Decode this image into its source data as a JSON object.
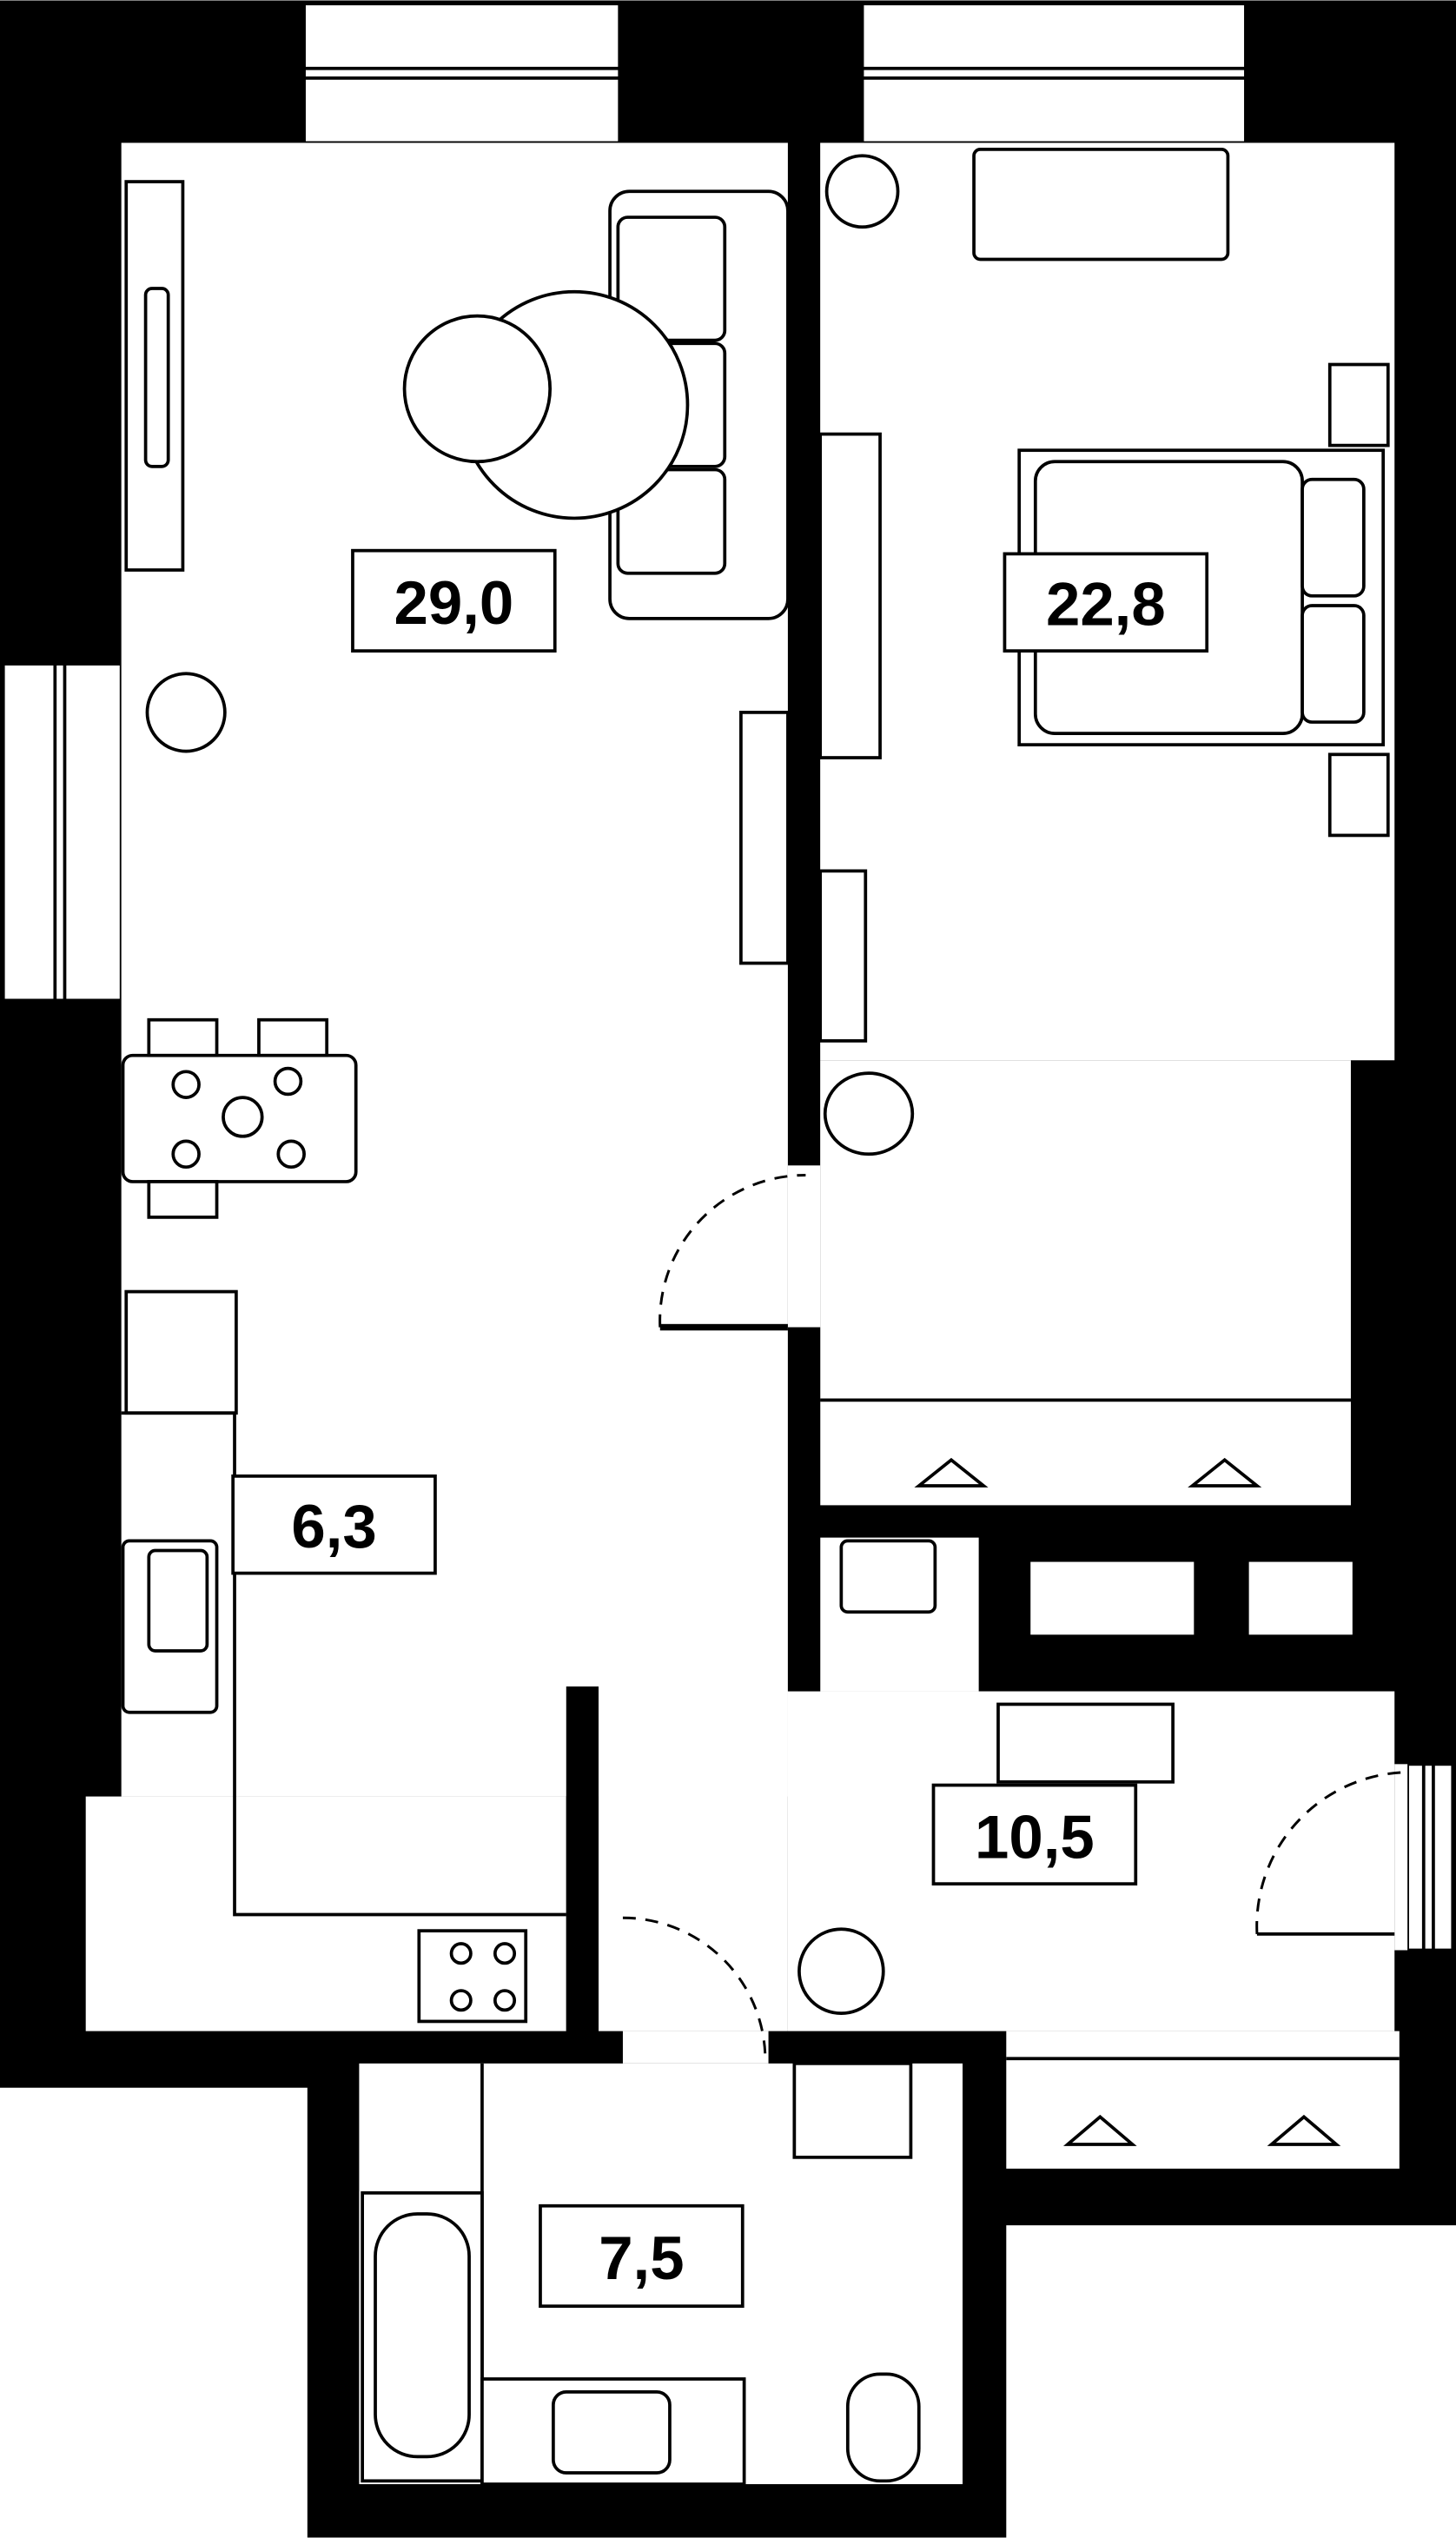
{
  "floor_plan": {
    "rooms": [
      {
        "id": "living-room",
        "area": "29,0"
      },
      {
        "id": "bedroom",
        "area": "22,8"
      },
      {
        "id": "kitchen",
        "area": "6,3"
      },
      {
        "id": "hallway",
        "area": "10,5"
      },
      {
        "id": "bathroom",
        "area": "7,5"
      }
    ]
  },
  "colors": {
    "wall": "#000000",
    "floor": "#ffffff"
  }
}
